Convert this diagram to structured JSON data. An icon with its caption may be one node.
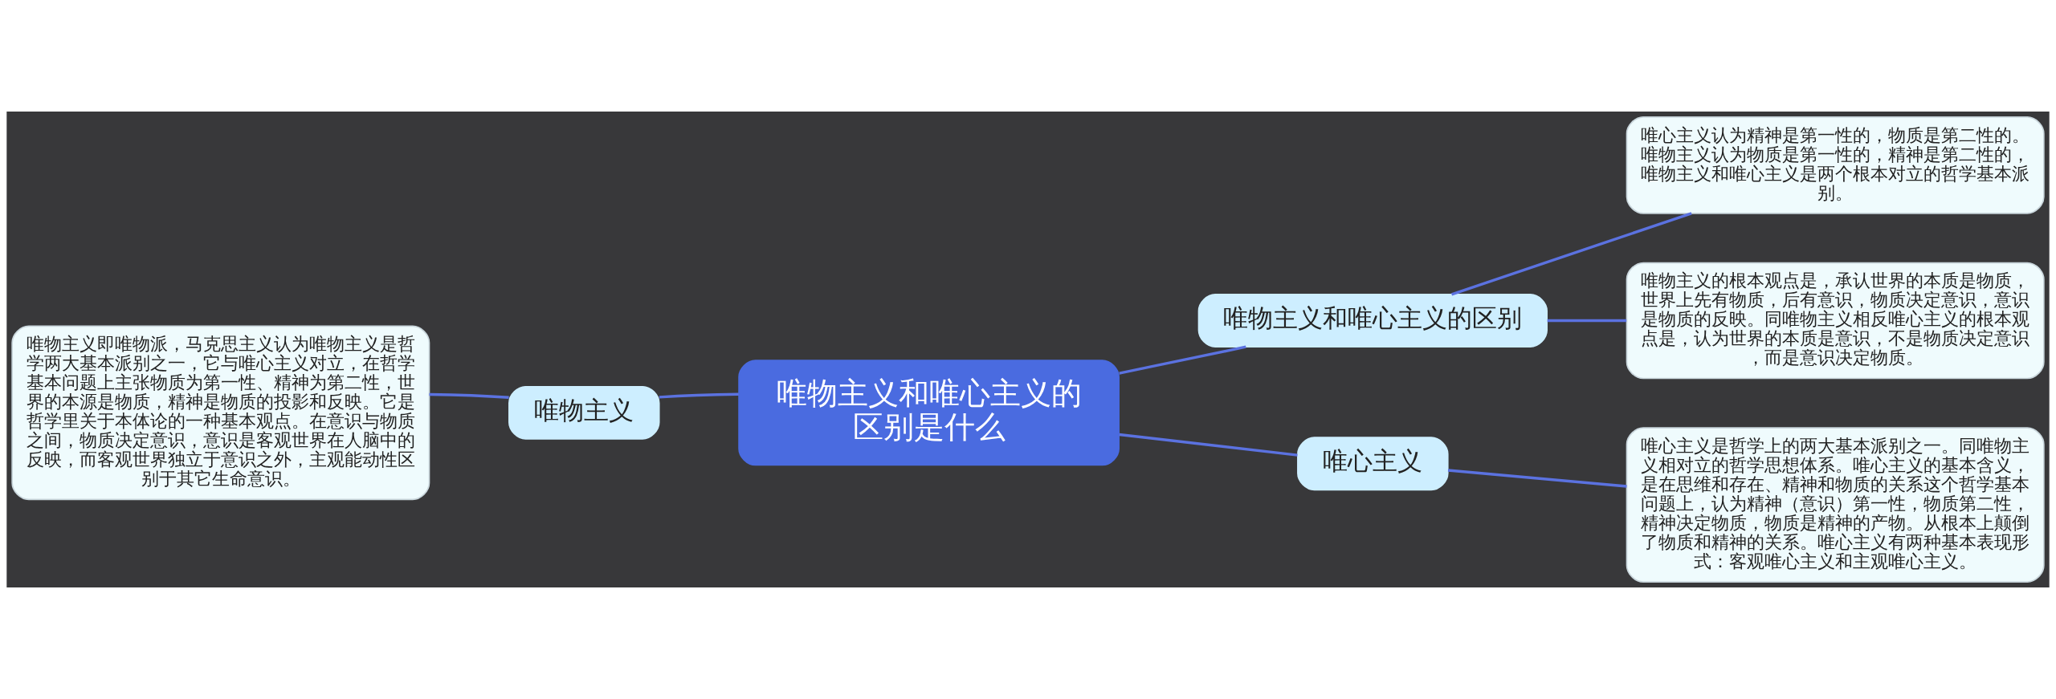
{
  "diagram": {
    "nodes": [
      {
        "text": [
          "唯物主义和唯心主义的区别是什么"
        ]
      },
      {
        "text": [
          "唯物主义和唯心主义的区别"
        ]
      },
      {
        "text": [
          "唯心主义认为精神是第一性的，物质是第二性的。唯物主义认为物质是第一性的，精神是第二性的，唯物主义和唯心主义是两个根本对立的哲学基本派别。"
        ]
      },
      {
        "text": [
          "唯物主义的根本观点是，承认世界的本质是物质，世界上先有物质，后有意识，物质决定意识，意识是物质的反映。同唯物主义相反唯心主义的根本观点是，认为世界的本质是意识，不是物质决定意识，而是意识决定物质。"
        ]
      },
      {
        "text": [
          "唯心主义"
        ]
      },
      {
        "text": [
          "唯心主义是哲学上的两大基本派别之一。同唯物主义相对立的哲学思想体系。唯心主义的基本含义，是在思维和存在、精神和物质的关系这个哲学基本问题上，认为精神（意识）第一性，物质第二性，精神决定物质，物质是精神的产物。从根本上颠倒了物质和精神的关系。唯心主义有两种基本表现形式：客观唯心主义和主观唯心主义。"
        ]
      },
      {
        "text": [
          "唯物主义"
        ]
      },
      {
        "text": [
          "唯物主义即唯物派，马克思主义认为唯物主义是哲学两大基本派别之一，它与唯心主义对立，在哲学基本问题上主张物质为第一性、精神为第二性，世界的本源是物质，精神是物质的投影和反映。它是哲学里关于本体论的一种基本观点。在意识与物质之间，物质决定意识，意识是客观世界在人脑中的反映，而客观世界独立于意识之外，主观能动性区别于其它生命意识。"
        ]
      }
    ],
    "edges": [
      {
        "from": 0,
        "to": 1,
        "arrow": "none"
      },
      {
        "from": 1,
        "to": 2,
        "arrow": "none"
      },
      {
        "from": 1,
        "to": 3,
        "arrow": "none"
      },
      {
        "from": 0,
        "to": 4,
        "arrow": "none"
      },
      {
        "from": 4,
        "to": 5,
        "arrow": "none"
      },
      {
        "from": 0,
        "to": 6,
        "arrow": "none"
      },
      {
        "from": 6,
        "to": 7,
        "arrow": "none"
      }
    ]
  }
}
